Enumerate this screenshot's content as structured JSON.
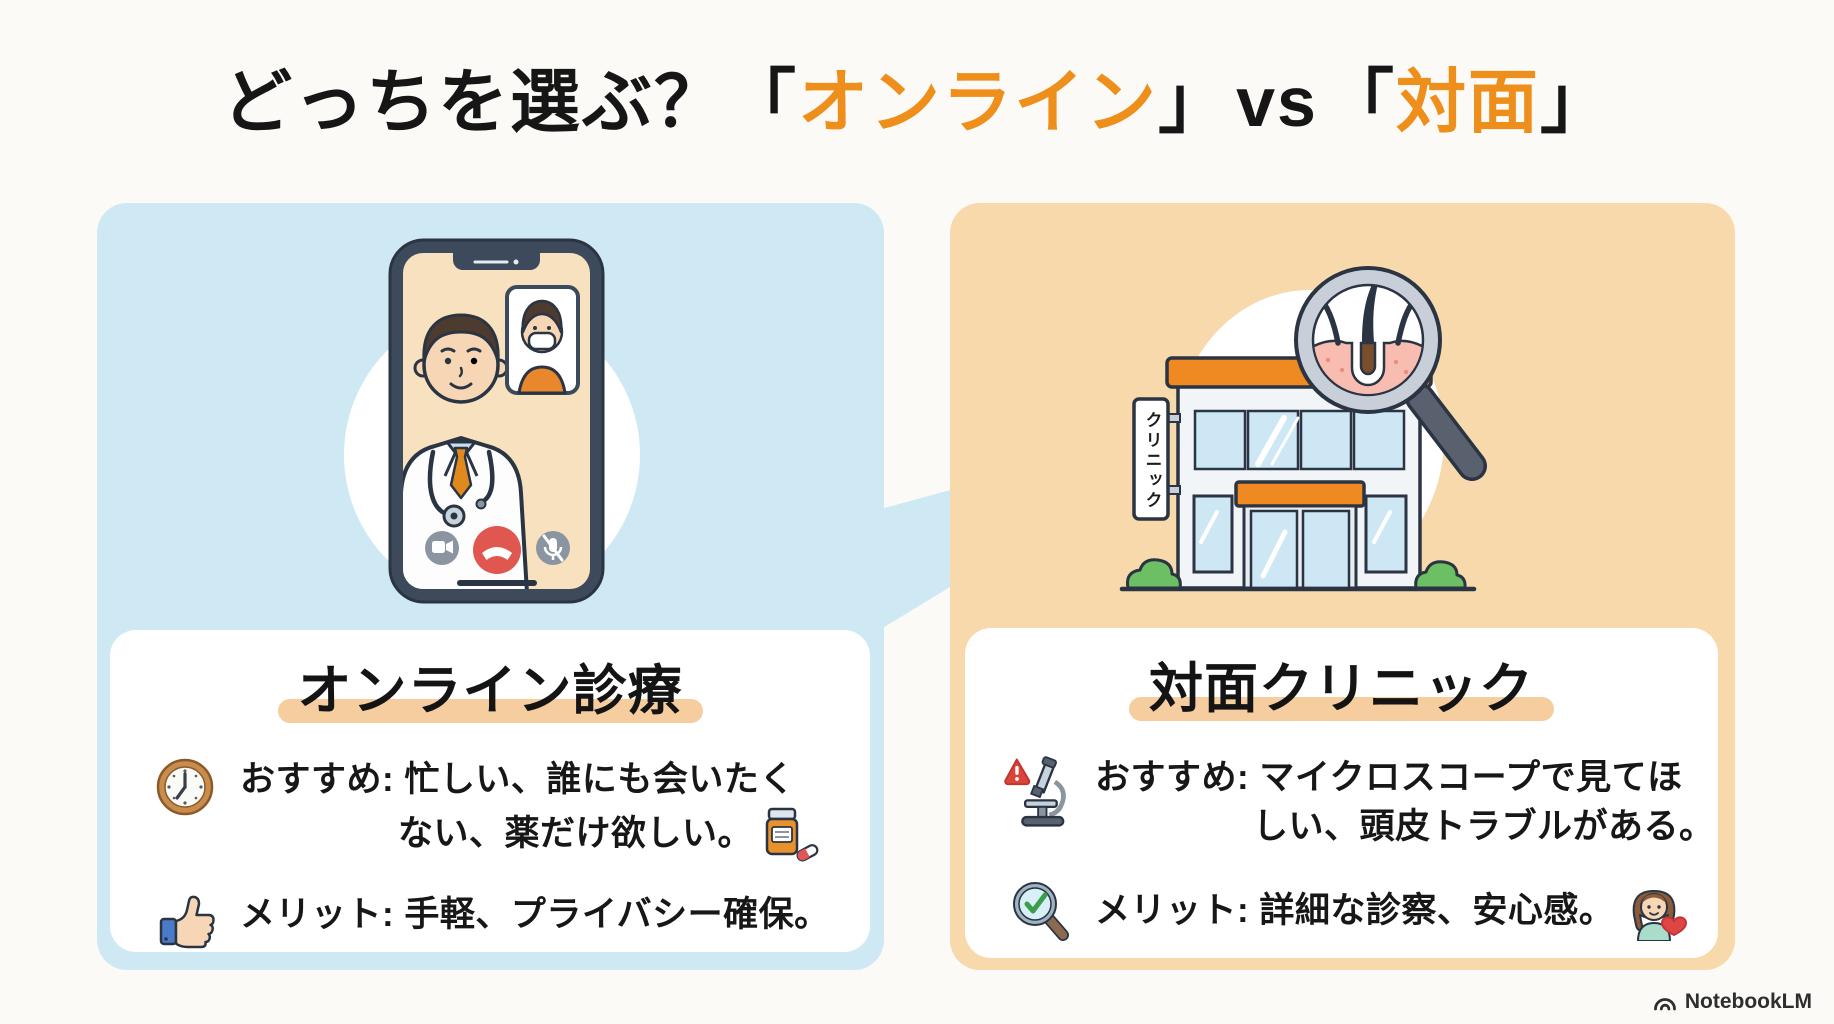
{
  "title": {
    "segments": [
      {
        "text": "どっちを選ぶ？「",
        "color": "black"
      },
      {
        "text": "オンライン",
        "color": "orange"
      },
      {
        "text": "」",
        "color": "black"
      },
      {
        "text": "vs",
        "color": "black"
      },
      {
        "text": "「",
        "color": "black"
      },
      {
        "text": "対面",
        "color": "orange"
      },
      {
        "text": "」",
        "color": "black"
      }
    ]
  },
  "panels": {
    "online": {
      "card_title": "オンライン診療",
      "bullets": [
        {
          "icon": "clock-icon",
          "line1": "おすすめ: 忙しい、誰にも会いたく",
          "line2": "ない、薬だけ欲しい。",
          "trailing_icon": "pill-bottle-icon"
        },
        {
          "icon": "thumbs-up-icon",
          "line1": "メリット: 手軽、プライバシー確保。"
        }
      ]
    },
    "clinic": {
      "sign_text": "クリニック",
      "card_title": "対面クリニック",
      "bullets": [
        {
          "icon": "warning-microscope-icon",
          "line1": "おすすめ: マイクロスコープで見てほ",
          "line2": "しい、頭皮トラブルがある。"
        },
        {
          "icon": "magnifier-check-icon",
          "line1": "メリット: 詳細な診察、安心感。",
          "trailing_icon": "woman-heart-icon"
        }
      ]
    }
  },
  "watermark": {
    "brand": "NotebookLM",
    "icon": "notebooklm-logo-icon"
  },
  "colors": {
    "accent_orange": "#EE8F1C",
    "panel_blue": "#CEE9F4",
    "panel_orange": "#F8D9AC",
    "highlight_bar": "#F6CD9F",
    "building_orange": "#EE8A21",
    "call_red": "#E0574F",
    "bush_green": "#6CBF63",
    "text": "#161616"
  }
}
